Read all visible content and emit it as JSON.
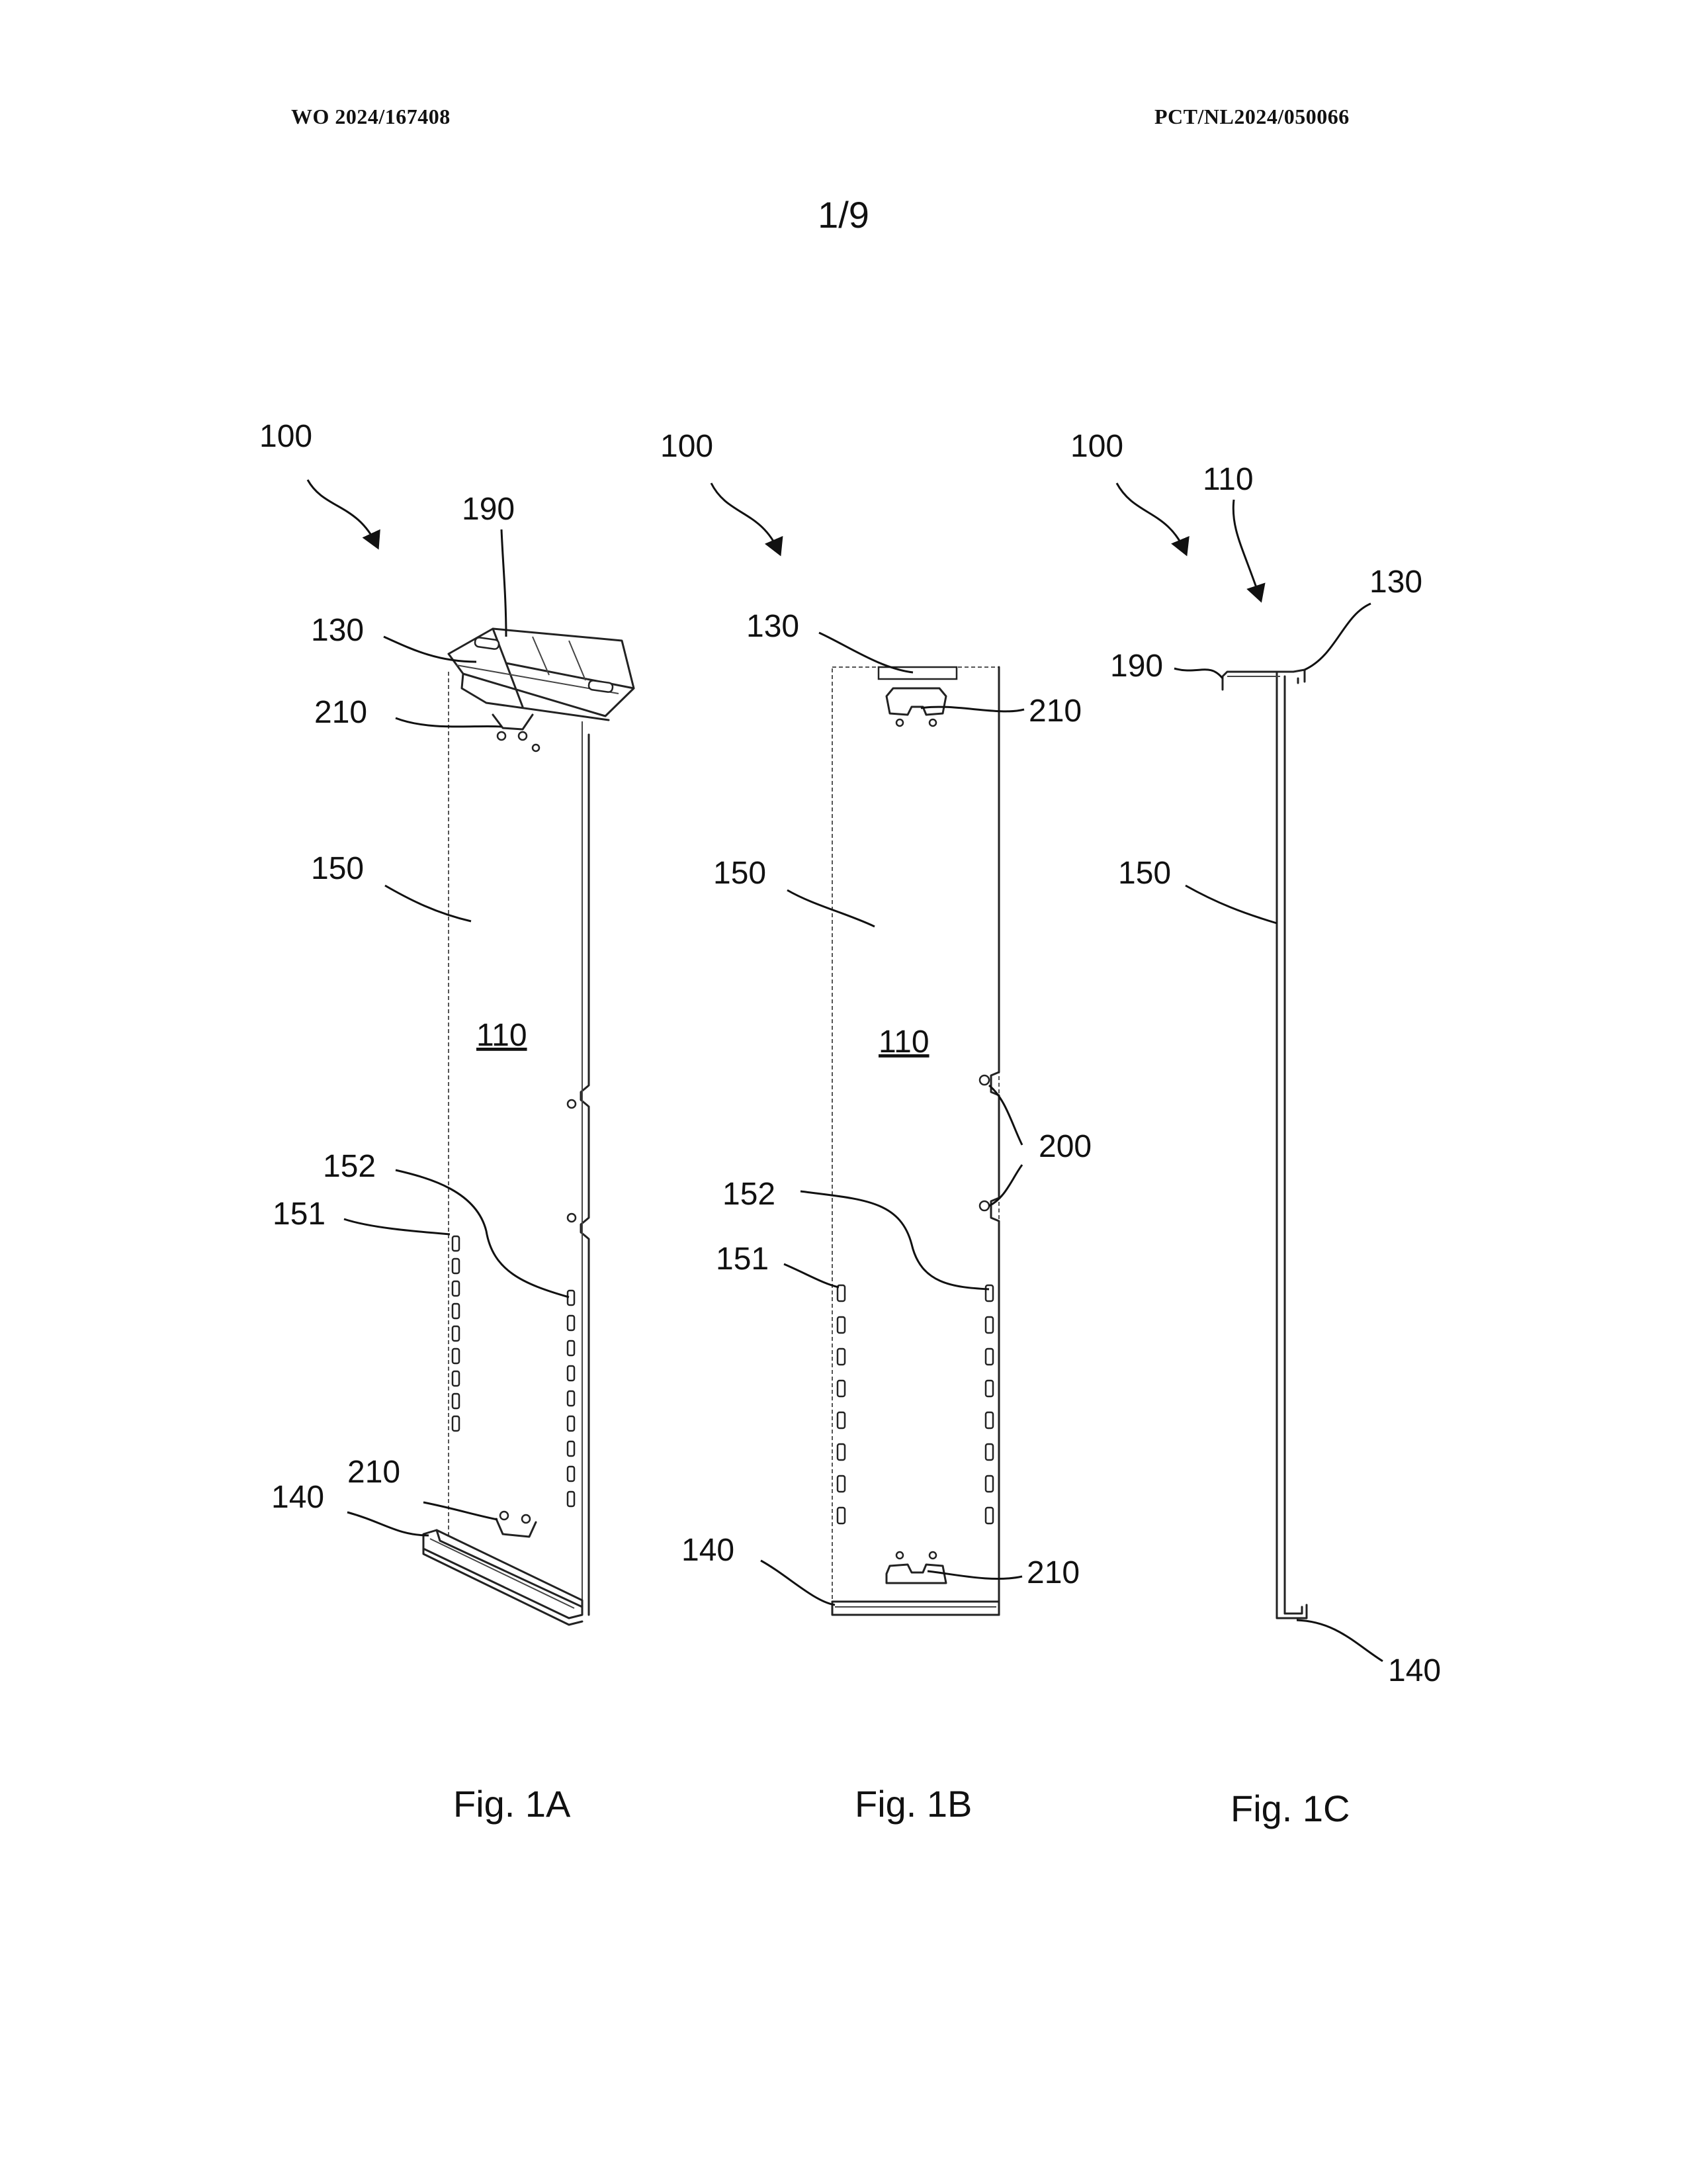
{
  "header": {
    "publication_number": "WO 2024/167408",
    "application_number": "PCT/NL2024/050066",
    "sheet": "1/9"
  },
  "figures": [
    {
      "caption": "Fig. 1A",
      "labels": {
        "assembly": "100",
        "flange_top": "190",
        "top_end": "130",
        "hook_top": "210",
        "web": "150",
        "body": "110",
        "slot_right": "152",
        "slot_left": "151",
        "bottom_end": "140",
        "hook_bottom": "210"
      }
    },
    {
      "caption": "Fig. 1B",
      "labels": {
        "assembly": "100",
        "top_end": "130",
        "hook_top": "210",
        "web": "150",
        "body": "110",
        "notches": "200",
        "slot_right": "152",
        "slot_left": "151",
        "bottom_end": "140",
        "hook_bottom": "210"
      }
    },
    {
      "caption": "Fig. 1C",
      "labels": {
        "assembly": "100",
        "body": "110",
        "top_end": "130",
        "flange_top": "190",
        "web": "150",
        "bottom_end": "140"
      }
    }
  ]
}
